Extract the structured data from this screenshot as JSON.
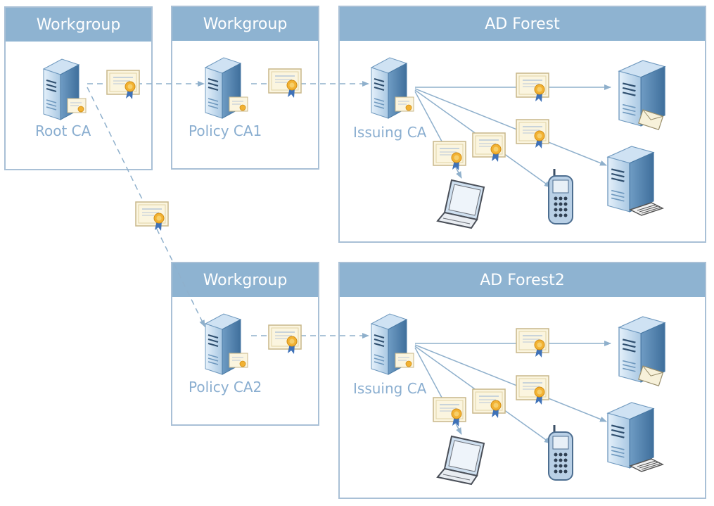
{
  "groups": {
    "workgroup_root": "Workgroup",
    "workgroup_policy1": "Workgroup",
    "ad_forest": "AD Forest",
    "workgroup_policy2": "Workgroup",
    "ad_forest2": "AD Forest2"
  },
  "nodes": {
    "root_ca": "Root CA",
    "policy_ca1": "Policy CA1",
    "issuing_ca1": "Issuing CA",
    "policy_ca2": "Policy CA2",
    "issuing_ca2": "Issuing CA"
  },
  "colors": {
    "header": "#8eb3d1",
    "border": "#a9c0d6",
    "label": "#8aaed0",
    "connector": "#8fb0cc",
    "server_light": "#d7e8f6",
    "server_dark": "#5f8fb8",
    "certificate": "#fbf5df",
    "seal": "#f2b233"
  },
  "icons": [
    "server-icon",
    "certificate-icon",
    "laptop-icon",
    "mobile-phone-icon",
    "mail-server-icon",
    "printer-server-icon"
  ]
}
